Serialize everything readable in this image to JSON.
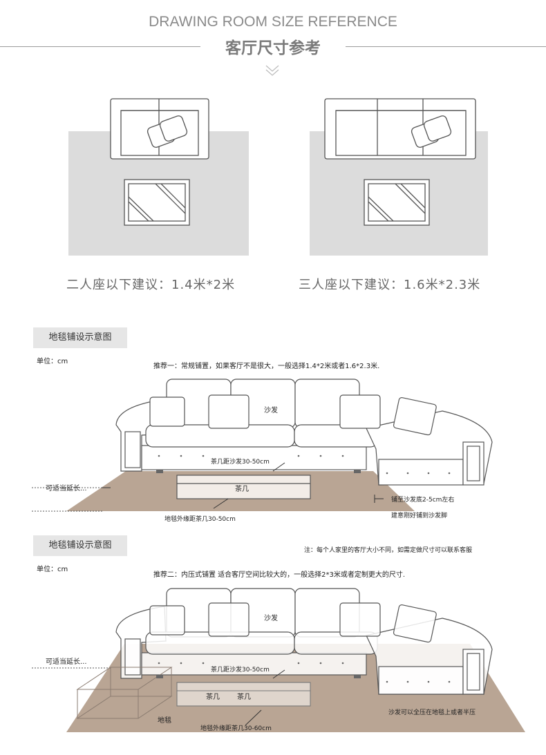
{
  "header": {
    "title_en": "DRAWING ROOM SIZE REFERENCE",
    "title_zh": "客厅尺寸参考"
  },
  "plans": [
    {
      "caption": "二人座以下建议：1.4米*2米"
    },
    {
      "caption": "三人座以下建议：1.6米*2.3米"
    }
  ],
  "section1": {
    "label": "地毯铺设示意图",
    "unit": "单位：cm",
    "recommend": "推荐一：常规铺置，如果客厅不是很大，一般选择1.4*2米或者1.6*2.3米.",
    "sofa": "沙发",
    "sofa_gap": "茶几距沙发30-50cm",
    "table": "茶几",
    "extend": "可适当延长...",
    "rug_gap": "地毯外缘距茶几30-50cm",
    "side_note_1": "铺至沙发底2-5cm左右",
    "side_note_2": "建意刚好铺到沙发脚"
  },
  "section2": {
    "label": "地毯铺设示意图",
    "note": "注：每个人家里的客厅大小不同，如需定做尺寸可以联系客服",
    "unit": "单位：cm",
    "recommend": "推荐二：内压式铺置 适合客厅空间比较大的，一般选择2*3米或者定制更大的尺寸.",
    "sofa": "沙发",
    "sofa_gap": "茶几距沙发30-50cm",
    "table_1": "茶几",
    "table_2": "茶几",
    "extend": "可适当延长...",
    "rug": "地毯",
    "rug_gap": "地毯外缘距茶几30-60cm",
    "side_note": "沙发可以全压在地毯上或者半压"
  },
  "colors": {
    "rug_gray": "#dcdcdc",
    "rug_brown": "#b9a594",
    "line": "#555555",
    "label_bg": "#e6e6e6"
  }
}
